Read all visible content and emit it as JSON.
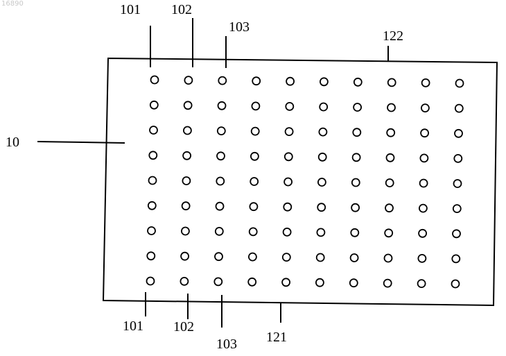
{
  "watermark": "16890",
  "labels": {
    "top_101": "101",
    "top_102": "102",
    "top_103": "103",
    "top_122": "122",
    "left_10": "10",
    "bottom_101": "101",
    "bottom_102": "102",
    "bottom_103": "103",
    "bottom_121": "121"
  },
  "grid": {
    "rows": 9,
    "cols": 10
  },
  "colors": {
    "line": "#000000",
    "background": "#ffffff"
  }
}
